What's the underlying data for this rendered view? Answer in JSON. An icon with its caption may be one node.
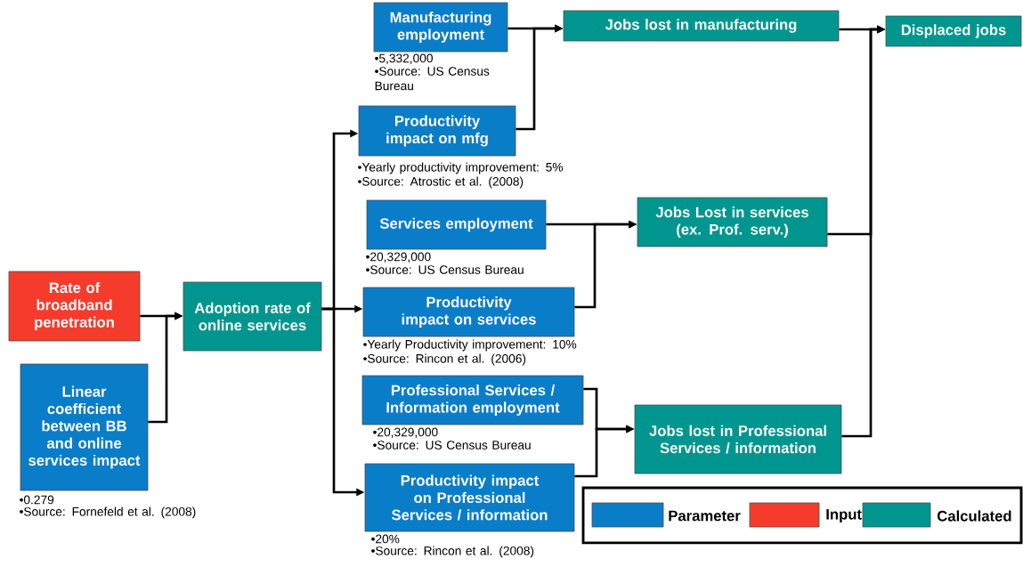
{
  "diagram": {
    "nodes": [
      {
        "text": [
          "Rate of broadband penetration"
        ]
      },
      {
        "text": [
          "Linear coefficient between BB and online services impact"
        ],
        "beside": [
          "•0.279",
          "•Source: Fornefeld et al. (2008)"
        ]
      },
      {
        "text": [
          "Adoption rate of online services"
        ]
      },
      {
        "text": [
          "Manufacturing employment"
        ],
        "beside": [
          "•5,332,000",
          "•Source: US Census Bureau"
        ]
      },
      {
        "text": [
          "Productivity impact on mfg"
        ],
        "beside": [
          "•Yearly productivity improvement: 5%",
          "•Source: Atrostic et al. (2008)"
        ]
      },
      {
        "text": [
          "Services employment"
        ],
        "beside": [
          "•20,329,000",
          "•Source: US Census Bureau"
        ]
      },
      {
        "text": [
          "Productivity impact on services"
        ],
        "beside": [
          "•Yearly Productivity improvement: 10%",
          "•Source: Rincon et al. (2006)"
        ]
      },
      {
        "text": [
          "Professional Services / Information employment"
        ],
        "beside": [
          "•20,329,000",
          "•Source: US Census Bureau"
        ]
      },
      {
        "text": [
          "Productivity impact on Professional Services / information"
        ],
        "beside": [
          "•20%",
          "•Source: Rincon et al. (2008)"
        ]
      },
      {
        "text": [
          "Jobs lost in manufacturing"
        ]
      },
      {
        "text": [
          "Jobs Lost in services (ex. Prof. serv.)"
        ]
      },
      {
        "text": [
          "Jobs lost in Professional Services / information"
        ]
      },
      {
        "text": [
          "Displaced jobs"
        ]
      }
    ],
    "edges": [
      {
        "from": 0,
        "to": 2,
        "arrow": "to"
      },
      {
        "from": 1,
        "to": 2,
        "arrow": "to"
      },
      {
        "from": 2,
        "to": 4,
        "arrow": "to"
      },
      {
        "from": 2,
        "to": 6,
        "arrow": "to"
      },
      {
        "from": 2,
        "to": 8,
        "arrow": "to"
      },
      {
        "from": 3,
        "to": 9,
        "arrow": "to"
      },
      {
        "from": 4,
        "to": 9,
        "arrow": "to"
      },
      {
        "from": 5,
        "to": 10,
        "arrow": "to"
      },
      {
        "from": 6,
        "to": 10,
        "arrow": "to"
      },
      {
        "from": 7,
        "to": 11,
        "arrow": "to"
      },
      {
        "from": 8,
        "to": 11,
        "arrow": "to"
      },
      {
        "from": 9,
        "to": 12,
        "arrow": "to"
      },
      {
        "from": 10,
        "to": 12,
        "arrow": "to"
      },
      {
        "from": 11,
        "to": 12,
        "arrow": "to"
      }
    ],
    "legend": [
      {
        "text": "Parameter",
        "color": "#0a7dc9"
      },
      {
        "text": "Input",
        "color": "#f53c2c"
      },
      {
        "text": "Calculated",
        "color": "#00968f"
      }
    ]
  }
}
